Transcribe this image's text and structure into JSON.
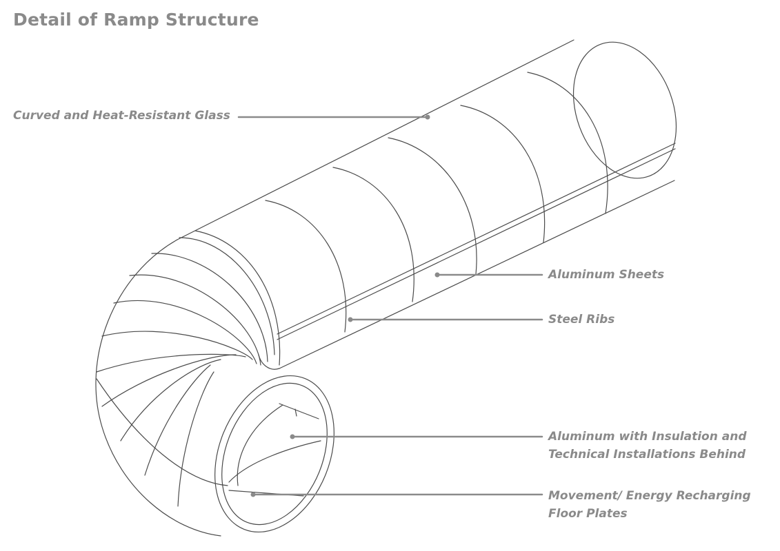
{
  "title": "Detail of Ramp Structure",
  "colors": {
    "label": "#8a8a8a",
    "drawing": "#4a4a4a",
    "leader": "#8a8a8a"
  },
  "labels": [
    {
      "id": "glass",
      "lines": [
        "Curved and Heat-Resistant Glass"
      ]
    },
    {
      "id": "aluminum-sheets",
      "lines": [
        "Aluminum Sheets"
      ]
    },
    {
      "id": "steel-ribs",
      "lines": [
        "Steel Ribs"
      ]
    },
    {
      "id": "aluminum-insulation",
      "lines": [
        "Aluminum with Insulation and",
        "Technical Installations Behind"
      ]
    },
    {
      "id": "floor-plates",
      "lines": [
        "Movement/ Energy Recharging",
        "Floor Plates"
      ]
    }
  ]
}
